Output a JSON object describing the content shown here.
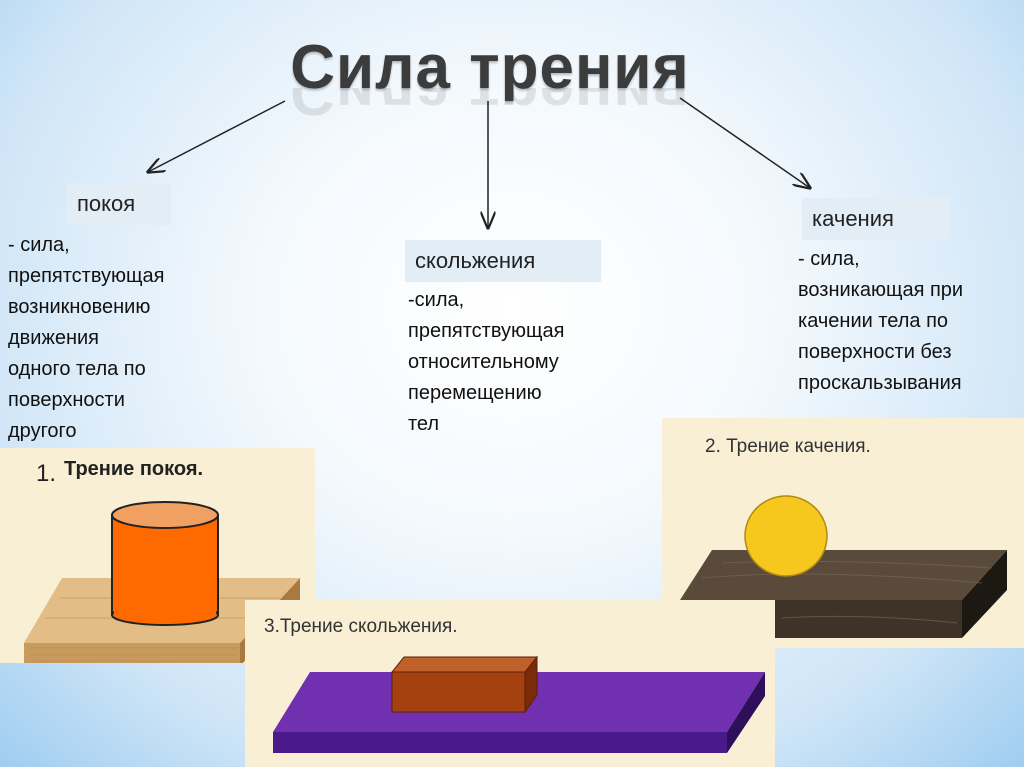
{
  "title": "Сила трения",
  "types": [
    {
      "label": "покоя",
      "description": "- сила,\nпрепятствующая\nвозникновению\nдвижения\nодного тела по\nповерхности\nдругого"
    },
    {
      "label": "скольжения",
      "description": "-сила,\nпрепятствующая\nотносительному\nперемещению\nтел"
    },
    {
      "label": "качения",
      "description": "- сила,\nвозникающая при\nкачении тела по\nповерхности без\nпроскальзывания"
    }
  ],
  "panels": [
    {
      "number": "1.",
      "caption": "Трение  покоя."
    },
    {
      "caption": "2. Трение  качения."
    },
    {
      "caption": "3.Трение  скольжения."
    }
  ],
  "colors": {
    "cylinder": "#ff6a00",
    "ball": "#f6c81e",
    "block": "#a5400f",
    "felt": "#6a2aa0",
    "wood_light": "#e2bd86",
    "wood_dark": "#4a3c30"
  }
}
